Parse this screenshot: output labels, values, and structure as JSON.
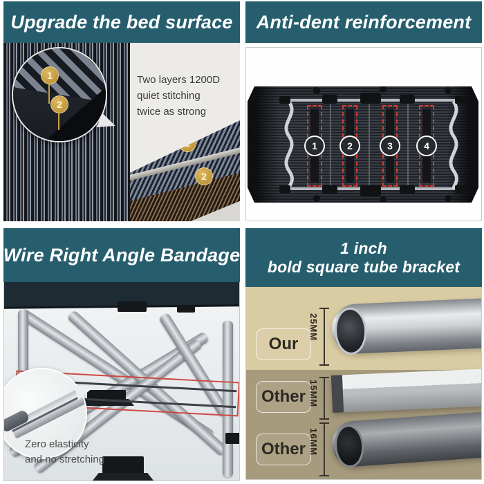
{
  "colors": {
    "teal": "#275e6e",
    "accent_red": "#cd4a43",
    "gold": "#c7a145",
    "tan": "#d9cba2",
    "taupe": "#a79b7d"
  },
  "panels": {
    "top_left": {
      "title": "Upgrade the bed surface",
      "description": [
        "Two layers 1200D",
        "quiet stitching",
        "twice as strong"
      ],
      "inset_badges": [
        "1",
        "2"
      ],
      "fabric_badges": [
        "1",
        "2"
      ]
    },
    "top_right": {
      "title": "Anti-dent reinforcement",
      "markers": [
        "1",
        "2",
        "3",
        "4"
      ]
    },
    "bottom_left": {
      "title": "Wire Right Angle Bandage",
      "caption": [
        "Zero elasticity",
        "and no stretching"
      ]
    },
    "bottom_right": {
      "title_lines": [
        "1 inch",
        "bold square tube bracket"
      ],
      "rows": [
        {
          "label": "Our",
          "size": "25MM"
        },
        {
          "label": "Other",
          "size": "15MM"
        },
        {
          "label": "Other",
          "size": "16MM"
        }
      ]
    }
  }
}
